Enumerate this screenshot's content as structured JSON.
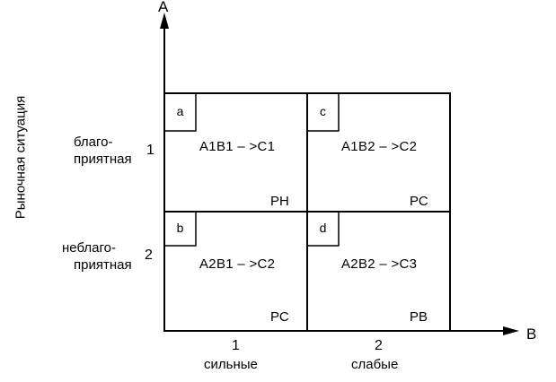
{
  "axes": {
    "y_name": "A",
    "x_name": "B",
    "y_title": "Рыночная ситуация"
  },
  "rows": [
    {
      "number": "1",
      "label_line1": "благо-",
      "label_line2": "приятная"
    },
    {
      "number": "2",
      "label_line1": "неблаго-",
      "label_line2": "приятная"
    }
  ],
  "columns": [
    {
      "number": "1",
      "label": "сильные"
    },
    {
      "number": "2",
      "label": "слабые"
    }
  ],
  "cells": [
    {
      "corner": "a",
      "formula": "A1B1 – >C1",
      "tag": "РН"
    },
    {
      "corner": "c",
      "formula": "A1B2 – >C2",
      "tag": "РС"
    },
    {
      "corner": "b",
      "formula": "A2B1 – >C2",
      "tag": "РС"
    },
    {
      "corner": "d",
      "formula": "A2B2 – >C3",
      "tag": "РВ"
    }
  ]
}
